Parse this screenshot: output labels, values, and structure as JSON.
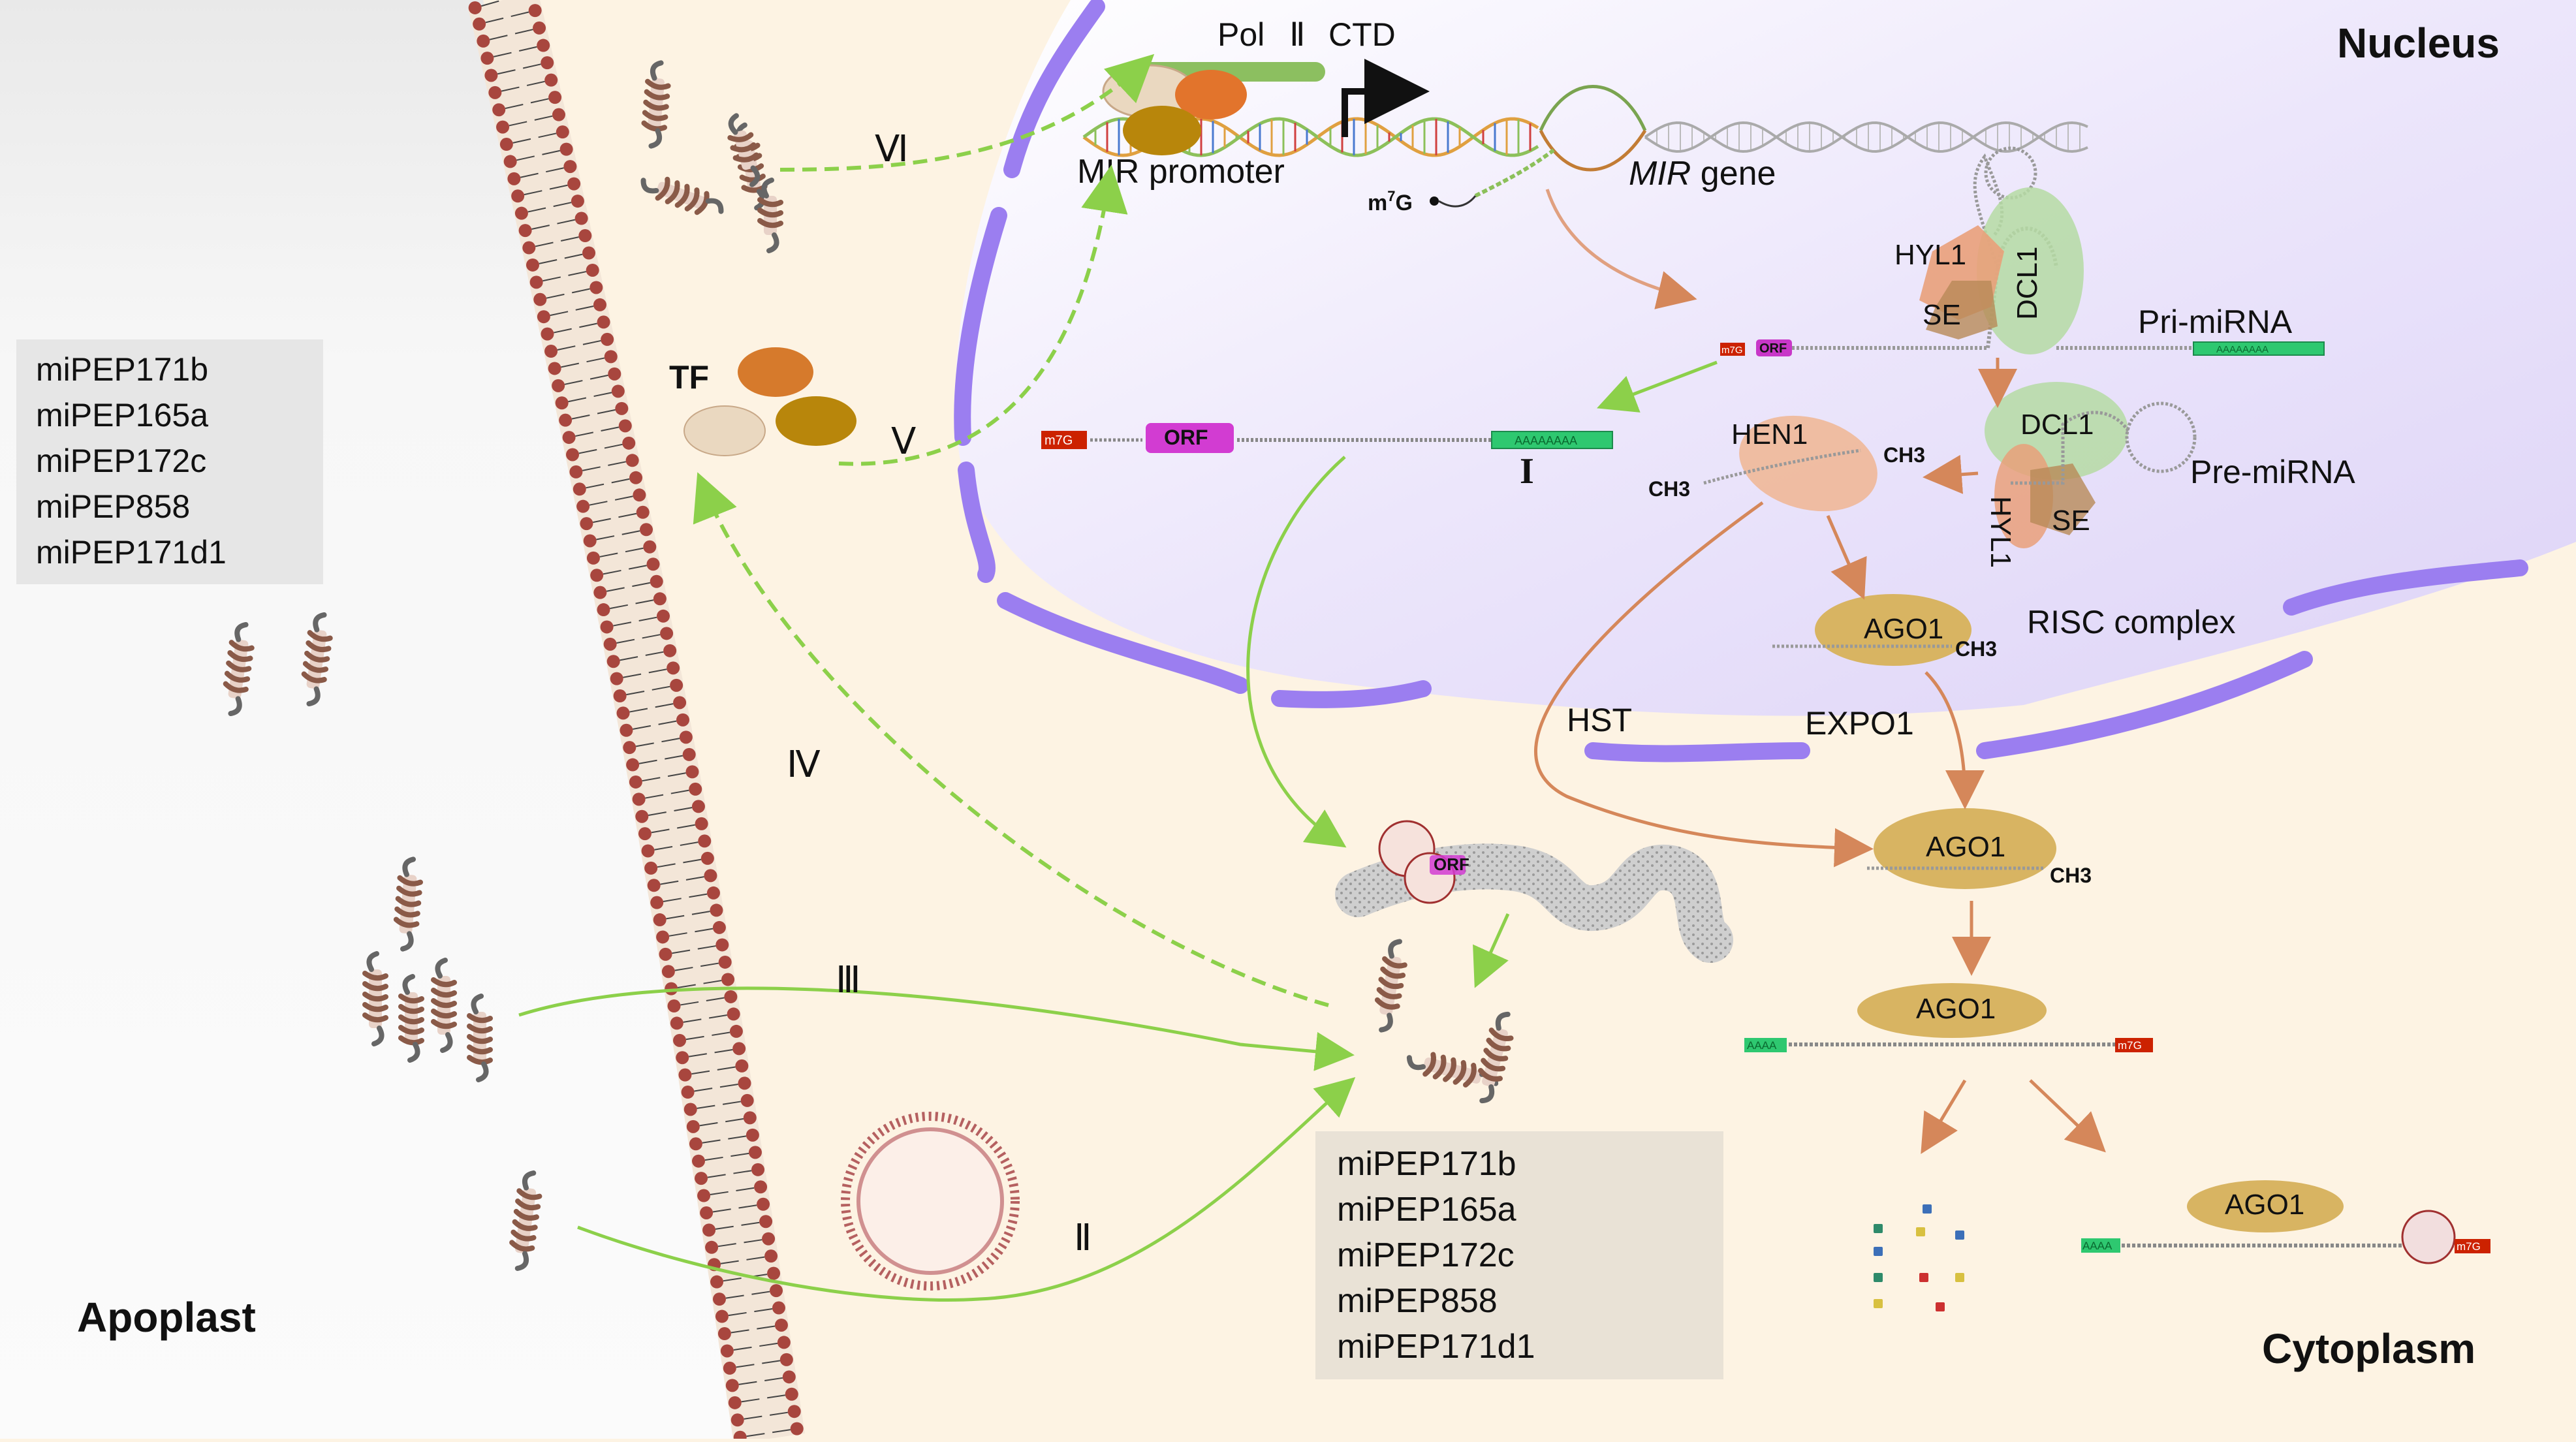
{
  "regions": {
    "nucleus": "Nucleus",
    "cytoplasm": "Cytoplasm",
    "apoplast": "Apoplast"
  },
  "transcription": {
    "pol_label": "Pol",
    "pol_numeral": "Ⅱ",
    "ctd_label": "CTD",
    "promoter_label": "MIR promoter",
    "gene_italic": "MIR",
    "gene_suffix": " gene",
    "cap_label": "m",
    "cap_sup": "7",
    "cap_tail": "G",
    "tf_label": "TF"
  },
  "processing": {
    "hyl1": "HYL1",
    "dcl1": "DCL1",
    "se": "SE",
    "pri_mirna": "Pri-miRNA",
    "pre_mirna": "Pre-miRNA",
    "hen1": "HEN1",
    "ch3": "CH3",
    "ago1": "AGO1",
    "risc": "RISC complex",
    "hst": "HST",
    "expo1": "EXPO1",
    "orf": "ORF",
    "m7g": "m7G",
    "polya": "AAAAAAAA",
    "polya_short": "AAAA",
    "intron_mark": "I"
  },
  "pathways": [
    "Ⅰ",
    "Ⅱ",
    "Ⅲ",
    "Ⅳ",
    "Ⅴ",
    "Ⅵ"
  ],
  "mipep_list_left": [
    "miPEP171b",
    "miPEP165a",
    "miPEP172c",
    "miPEP858",
    "miPEP171d1"
  ],
  "mipep_list_right": [
    "miPEP171b",
    "miPEP165a",
    "miPEP172c",
    "miPEP858",
    "miPEP171d1"
  ],
  "colors": {
    "nucleus_fill": "#e6e0f8",
    "envelope": "#9b7ef0",
    "cytoplasm": "#fdf3e3",
    "apoplast": "#f2f2f2",
    "green_arrow": "#8cd04a",
    "brown_arrow": "#d5875a",
    "ago1": "#d8b462"
  }
}
